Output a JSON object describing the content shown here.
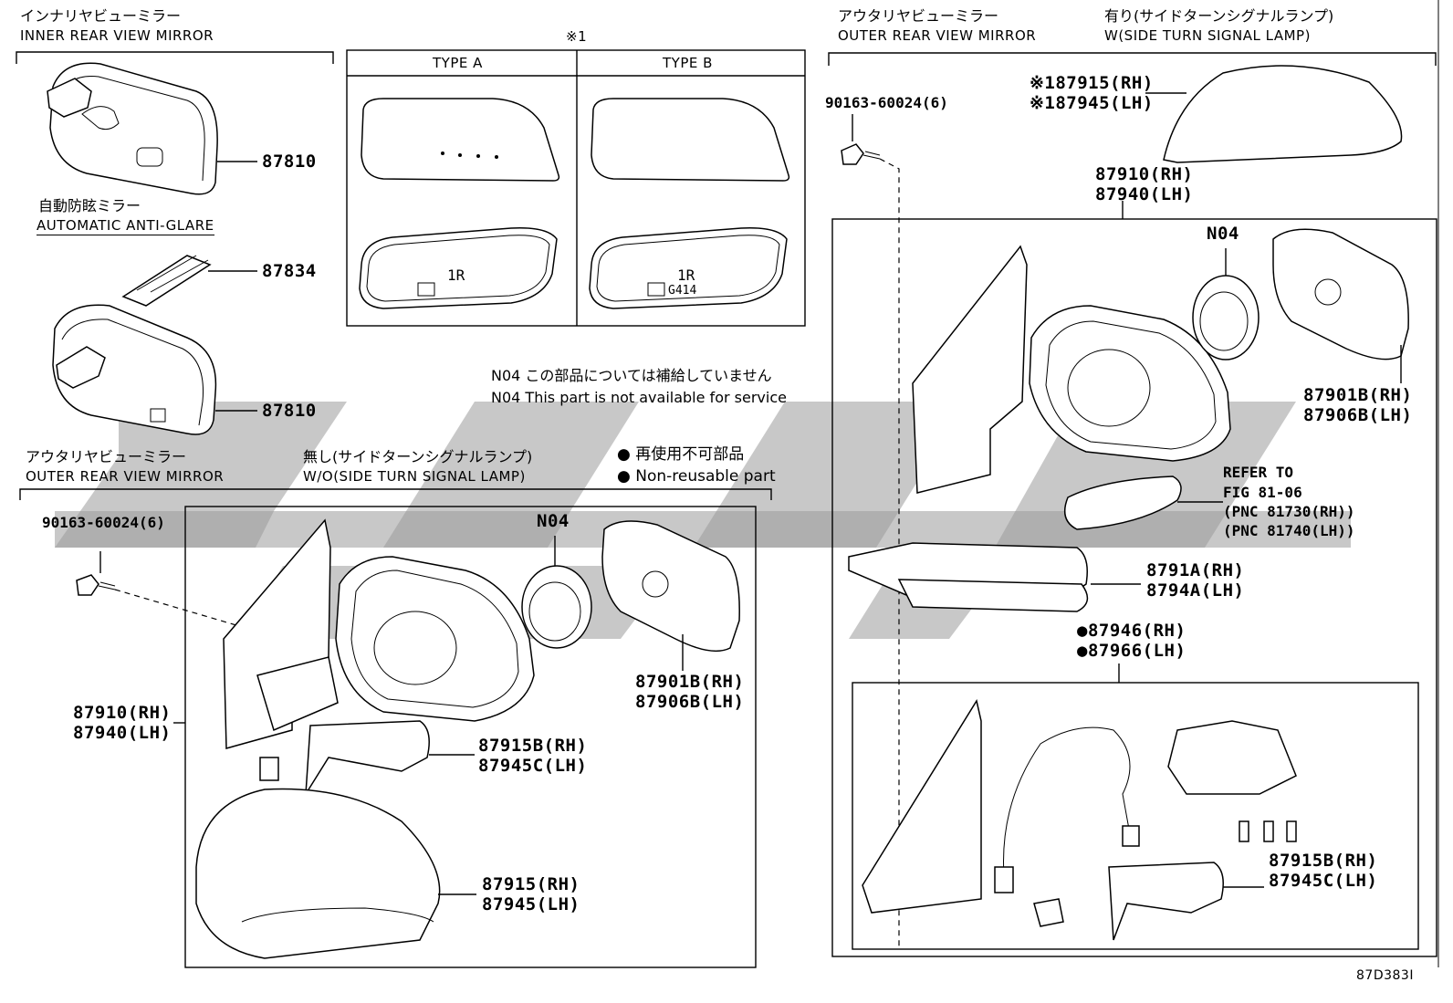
{
  "inner_mirror": {
    "title_jp": "インナリヤビューミラー",
    "title_en": "INNER REAR VIEW MIRROR",
    "auto_jp": "自動防眩ミラー",
    "auto_en": "AUTOMATIC ANTI-GLARE",
    "part_top": "87810",
    "part_mid": "87834",
    "part_bottom": "87810"
  },
  "type_table": {
    "ref_mark": "※1",
    "col_a": "TYPE A",
    "col_b": "TYPE B",
    "mark_1r": "1R",
    "mark_g414": "G414"
  },
  "notes": {
    "n04_jp": "N04 この部品については補給していません",
    "n04_en": "N04 This part is not available for service",
    "nonreuse_jp": "● 再使用不可部品",
    "nonreuse_en": "● Non-reusable part"
  },
  "outer_left": {
    "title_jp": "アウタリヤビューミラー",
    "title_en": "OUTER REAR VIEW MIRROR",
    "sub_jp": "無し(サイドターンシグナルランプ)",
    "sub_en": "W/O(SIDE TURN SIGNAL LAMP)",
    "bolt": "90163-60024(6)",
    "n04": "N04",
    "glass_rh": "87901B(RH)",
    "glass_lh": "87906B(LH)",
    "body_rh": "87910(RH)",
    "body_lh": "87940(LH)",
    "cover_b_rh": "87915B(RH)",
    "cover_c_lh": "87945C(LH)",
    "cap_rh": "87915(RH)",
    "cap_lh": "87945(LH)"
  },
  "outer_right": {
    "title_jp": "アウタリヤビューミラー",
    "title_en": "OUTER REAR VIEW MIRROR",
    "sub_jp": "有り(サイドターンシグナルランプ)",
    "sub_en": "W(SIDE TURN SIGNAL LAMP)",
    "bolt": "90163-60024(6)",
    "cap_rh": "※187915(RH)",
    "cap_lh": "※187945(LH)",
    "body_rh": "87910(RH)",
    "body_lh": "87940(LH)",
    "n04": "N04",
    "glass_rh": "87901B(RH)",
    "glass_lh": "87906B(LH)",
    "refer_1": "REFER TO",
    "refer_2": "FIG 81-06",
    "refer_3": "(PNC 81730(RH))",
    "refer_4": "(PNC 81740(LH))",
    "base_rh": "8791A(RH)",
    "base_lh": "8794A(LH)",
    "wire_rh": "●87946(RH)",
    "wire_lh": "●87966(LH)",
    "cover_b_rh": "87915B(RH)",
    "cover_c_lh": "87945C(LH)"
  },
  "footer": {
    "code": "87D383I"
  }
}
